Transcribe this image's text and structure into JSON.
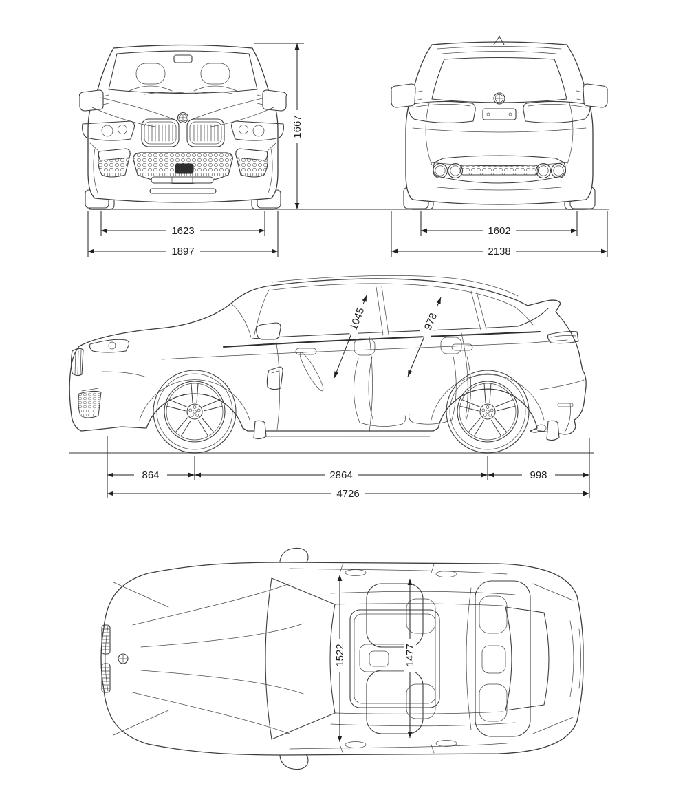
{
  "document": {
    "type": "vehicle-dimensions-blueprint",
    "vehicle": "BMW SUV"
  },
  "views": {
    "front": {
      "height": "1667",
      "track": "1623",
      "width": "1897"
    },
    "rear": {
      "track": "1602",
      "width_mirrors": "2138"
    },
    "side": {
      "headroom_front": "1045",
      "headroom_rear": "978",
      "overhang_front": "864",
      "wheelbase": "2864",
      "overhang_rear": "998",
      "length": "4726"
    },
    "top": {
      "shoulder_front": "1522",
      "shoulder_rear": "1477"
    }
  },
  "colors": {
    "line": "#3d3d3d",
    "dimension": "#1f1f1f",
    "ground": "#9a9a9a",
    "background": "#ffffff",
    "dark_fill": "#2e2e2e"
  }
}
